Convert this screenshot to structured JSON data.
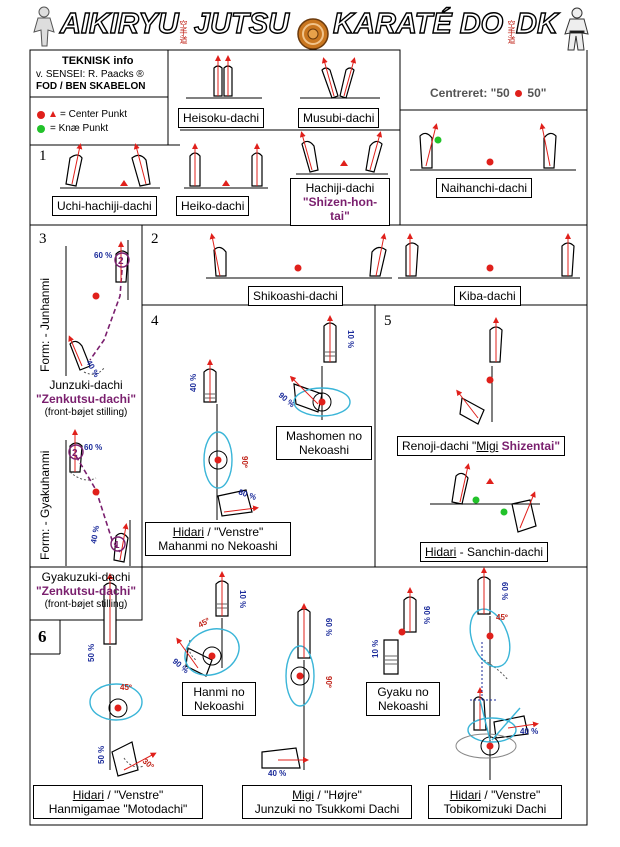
{
  "header": {
    "title_left": "AIKIRYU",
    "title_mid": "JUTSU",
    "title_right": "KARATÉ DO",
    "title_end": "DK",
    "kanji": "空手道"
  },
  "info": {
    "heading": "TEKNISK info",
    "author": "v. SENSEI: R. Paacks ®",
    "org": "FOD / BEN SKABELON"
  },
  "legend": {
    "center": "= Center Punkt",
    "knee": "= Knæ Punkt"
  },
  "centered": {
    "label": "Centreret: \"50",
    "label_end": "50\""
  },
  "sections": {
    "s1": "1",
    "s2": "2",
    "s3": "3",
    "s4": "4",
    "s5": "5",
    "s6": "6"
  },
  "stances": {
    "heisoku": "Heisoku-dachi",
    "musubi": "Musubi-dachi",
    "uchi_hachiji": "Uchi-hachiji-dachi",
    "heiko": "Heiko-dachi",
    "hachiji": "Hachiji-dachi",
    "hachiji_sub": "\"Shizen-hon-tai\"",
    "naihanchi": "Naihanchi-dachi",
    "shikoashi": "Shikoashi-dachi",
    "kiba": "Kiba-dachi",
    "junzuki": "Junzuki-dachi",
    "junzuki_sub": "\"Zenkutsu-dachi\"",
    "junzuki_note": "(front-bøjet stilling)",
    "gyakuzuki": "Gyakuzuki-dachi",
    "gyakuzuki_sub": "\"Zenkutsu-dachi\"",
    "gyakuzuki_note": "(front-bøjet stilling)",
    "form_jun": "Form: - Junhanmi",
    "form_gyaku": "Form: - Gyakuhanmi",
    "mashomen_1": "Mashomen no",
    "mashomen_2": "Nekoashi",
    "hidari": "Hidari",
    "venstre": " / \"Venstre\"",
    "mahanmi": "Mahanmi no Nekoashi",
    "renoji": "Renoji-dachi \"",
    "migi": "Migi",
    "shizentai": " Shizentai\"",
    "sanchin_hidari": "Hidari",
    "sanchin": " - Sanchin-dachi",
    "hanmi_1": "Hanmi no",
    "hanmi_2": "Nekoashi",
    "gyaku_1": "Gyaku no",
    "gyaku_2": "Nekoashi",
    "hanmigamae_h": "Hidari",
    "hanmigamae_v": " / \"Venstre\"",
    "hanmigamae": "Hanmigamae \"Motodachi\"",
    "junzuki_tsu_m": "Migi",
    "junzuki_tsu_h": " / \"Højre\"",
    "junzuki_tsu": "Junzuki no Tsukkomi Dachi",
    "tobikomi_h": "Hidari",
    "tobikomi_v": " / \"Venstre\"",
    "tobikomi": "Tobikomizuki Dachi"
  },
  "percent": {
    "p60": "60 %",
    "p40": "40 %",
    "p10": "10 %",
    "p90": "90 %",
    "p80": "80 %",
    "p50": "50 %",
    "d45": "45º",
    "d30": "30º",
    "d90": "90º"
  },
  "colors": {
    "red": "#e0201b",
    "green": "#22c22a",
    "cyan": "#3ab5d8",
    "purple": "#7a1f6e",
    "blue": "#1a2a9a"
  }
}
